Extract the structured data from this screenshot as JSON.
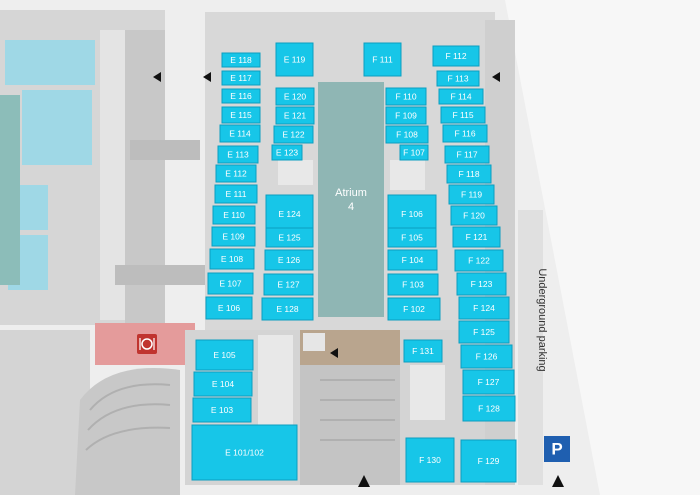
{
  "colors": {
    "room": "#17c6e8",
    "room_edge": "#0b9ec0",
    "atrium": "#8fb6b4",
    "wall": "#d8d8d8",
    "restaurant": "#e08a8a",
    "parking_sign": "#1f5fb0",
    "stair": "#b8b8b8"
  },
  "rooms": [
    {
      "id": "E 118",
      "label": "E 118"
    },
    {
      "id": "E 117",
      "label": "E 117"
    },
    {
      "id": "E 116",
      "label": "E 116"
    },
    {
      "id": "E 115",
      "label": "E 115"
    },
    {
      "id": "E 114",
      "label": "E 114"
    },
    {
      "id": "E 113",
      "label": "E 113"
    },
    {
      "id": "E 112",
      "label": "E 112"
    },
    {
      "id": "E 111",
      "label": "E 111"
    },
    {
      "id": "E 110",
      "label": "E 110"
    },
    {
      "id": "E 109",
      "label": "E 109"
    },
    {
      "id": "E 108",
      "label": "E 108"
    },
    {
      "id": "E 107",
      "label": "E 107"
    },
    {
      "id": "E 106",
      "label": "E 106"
    },
    {
      "id": "E 119",
      "label": "E 119"
    },
    {
      "id": "E 120",
      "label": "E 120"
    },
    {
      "id": "E 121",
      "label": "E 121"
    },
    {
      "id": "E 122",
      "label": "E 122"
    },
    {
      "id": "E 123",
      "label": "E 123"
    },
    {
      "id": "E 124",
      "label": "E 124"
    },
    {
      "id": "E 125",
      "label": "E 125"
    },
    {
      "id": "E 126",
      "label": "E 126"
    },
    {
      "id": "E 127",
      "label": "E 127"
    },
    {
      "id": "E 128",
      "label": "E 128"
    },
    {
      "id": "E 105",
      "label": "E 105"
    },
    {
      "id": "E 104",
      "label": "E 104"
    },
    {
      "id": "E 103",
      "label": "E 103"
    },
    {
      "id": "E 101/102",
      "label": "E 101/102"
    },
    {
      "id": "F 111",
      "label": "F 111"
    },
    {
      "id": "F 110",
      "label": "F 110"
    },
    {
      "id": "F 109",
      "label": "F 109"
    },
    {
      "id": "F 108",
      "label": "F 108"
    },
    {
      "id": "F 107",
      "label": "F 107"
    },
    {
      "id": "F 106",
      "label": "F 106"
    },
    {
      "id": "F 105",
      "label": "F 105"
    },
    {
      "id": "F 104",
      "label": "F 104"
    },
    {
      "id": "F 103",
      "label": "F 103"
    },
    {
      "id": "F 102",
      "label": "F 102"
    },
    {
      "id": "F 112",
      "label": "F 112"
    },
    {
      "id": "F 113",
      "label": "F 113"
    },
    {
      "id": "F 114",
      "label": "F 114"
    },
    {
      "id": "F 115",
      "label": "F 115"
    },
    {
      "id": "F 116",
      "label": "F 116"
    },
    {
      "id": "F 117",
      "label": "F 117"
    },
    {
      "id": "F 118",
      "label": "F 118"
    },
    {
      "id": "F 119",
      "label": "F 119"
    },
    {
      "id": "F 120",
      "label": "F 120"
    },
    {
      "id": "F 121",
      "label": "F 121"
    },
    {
      "id": "F 122",
      "label": "F 122"
    },
    {
      "id": "F 123",
      "label": "F 123"
    },
    {
      "id": "F 124",
      "label": "F 124"
    },
    {
      "id": "F 125",
      "label": "F 125"
    },
    {
      "id": "F 126",
      "label": "F 126"
    },
    {
      "id": "F 127",
      "label": "F 127"
    },
    {
      "id": "F 128",
      "label": "F 128"
    },
    {
      "id": "F 129",
      "label": "F 129"
    },
    {
      "id": "F 130",
      "label": "F 130"
    },
    {
      "id": "F 131",
      "label": "F 131"
    }
  ],
  "atrium": {
    "line1": "Atrium",
    "line2": "4"
  },
  "parking": {
    "label": "Underground parking",
    "sign": "P"
  },
  "icons": {
    "entrance": "entrance-arrow-icon",
    "restaurant": "restaurant-icon",
    "parking": "parking-icon"
  }
}
